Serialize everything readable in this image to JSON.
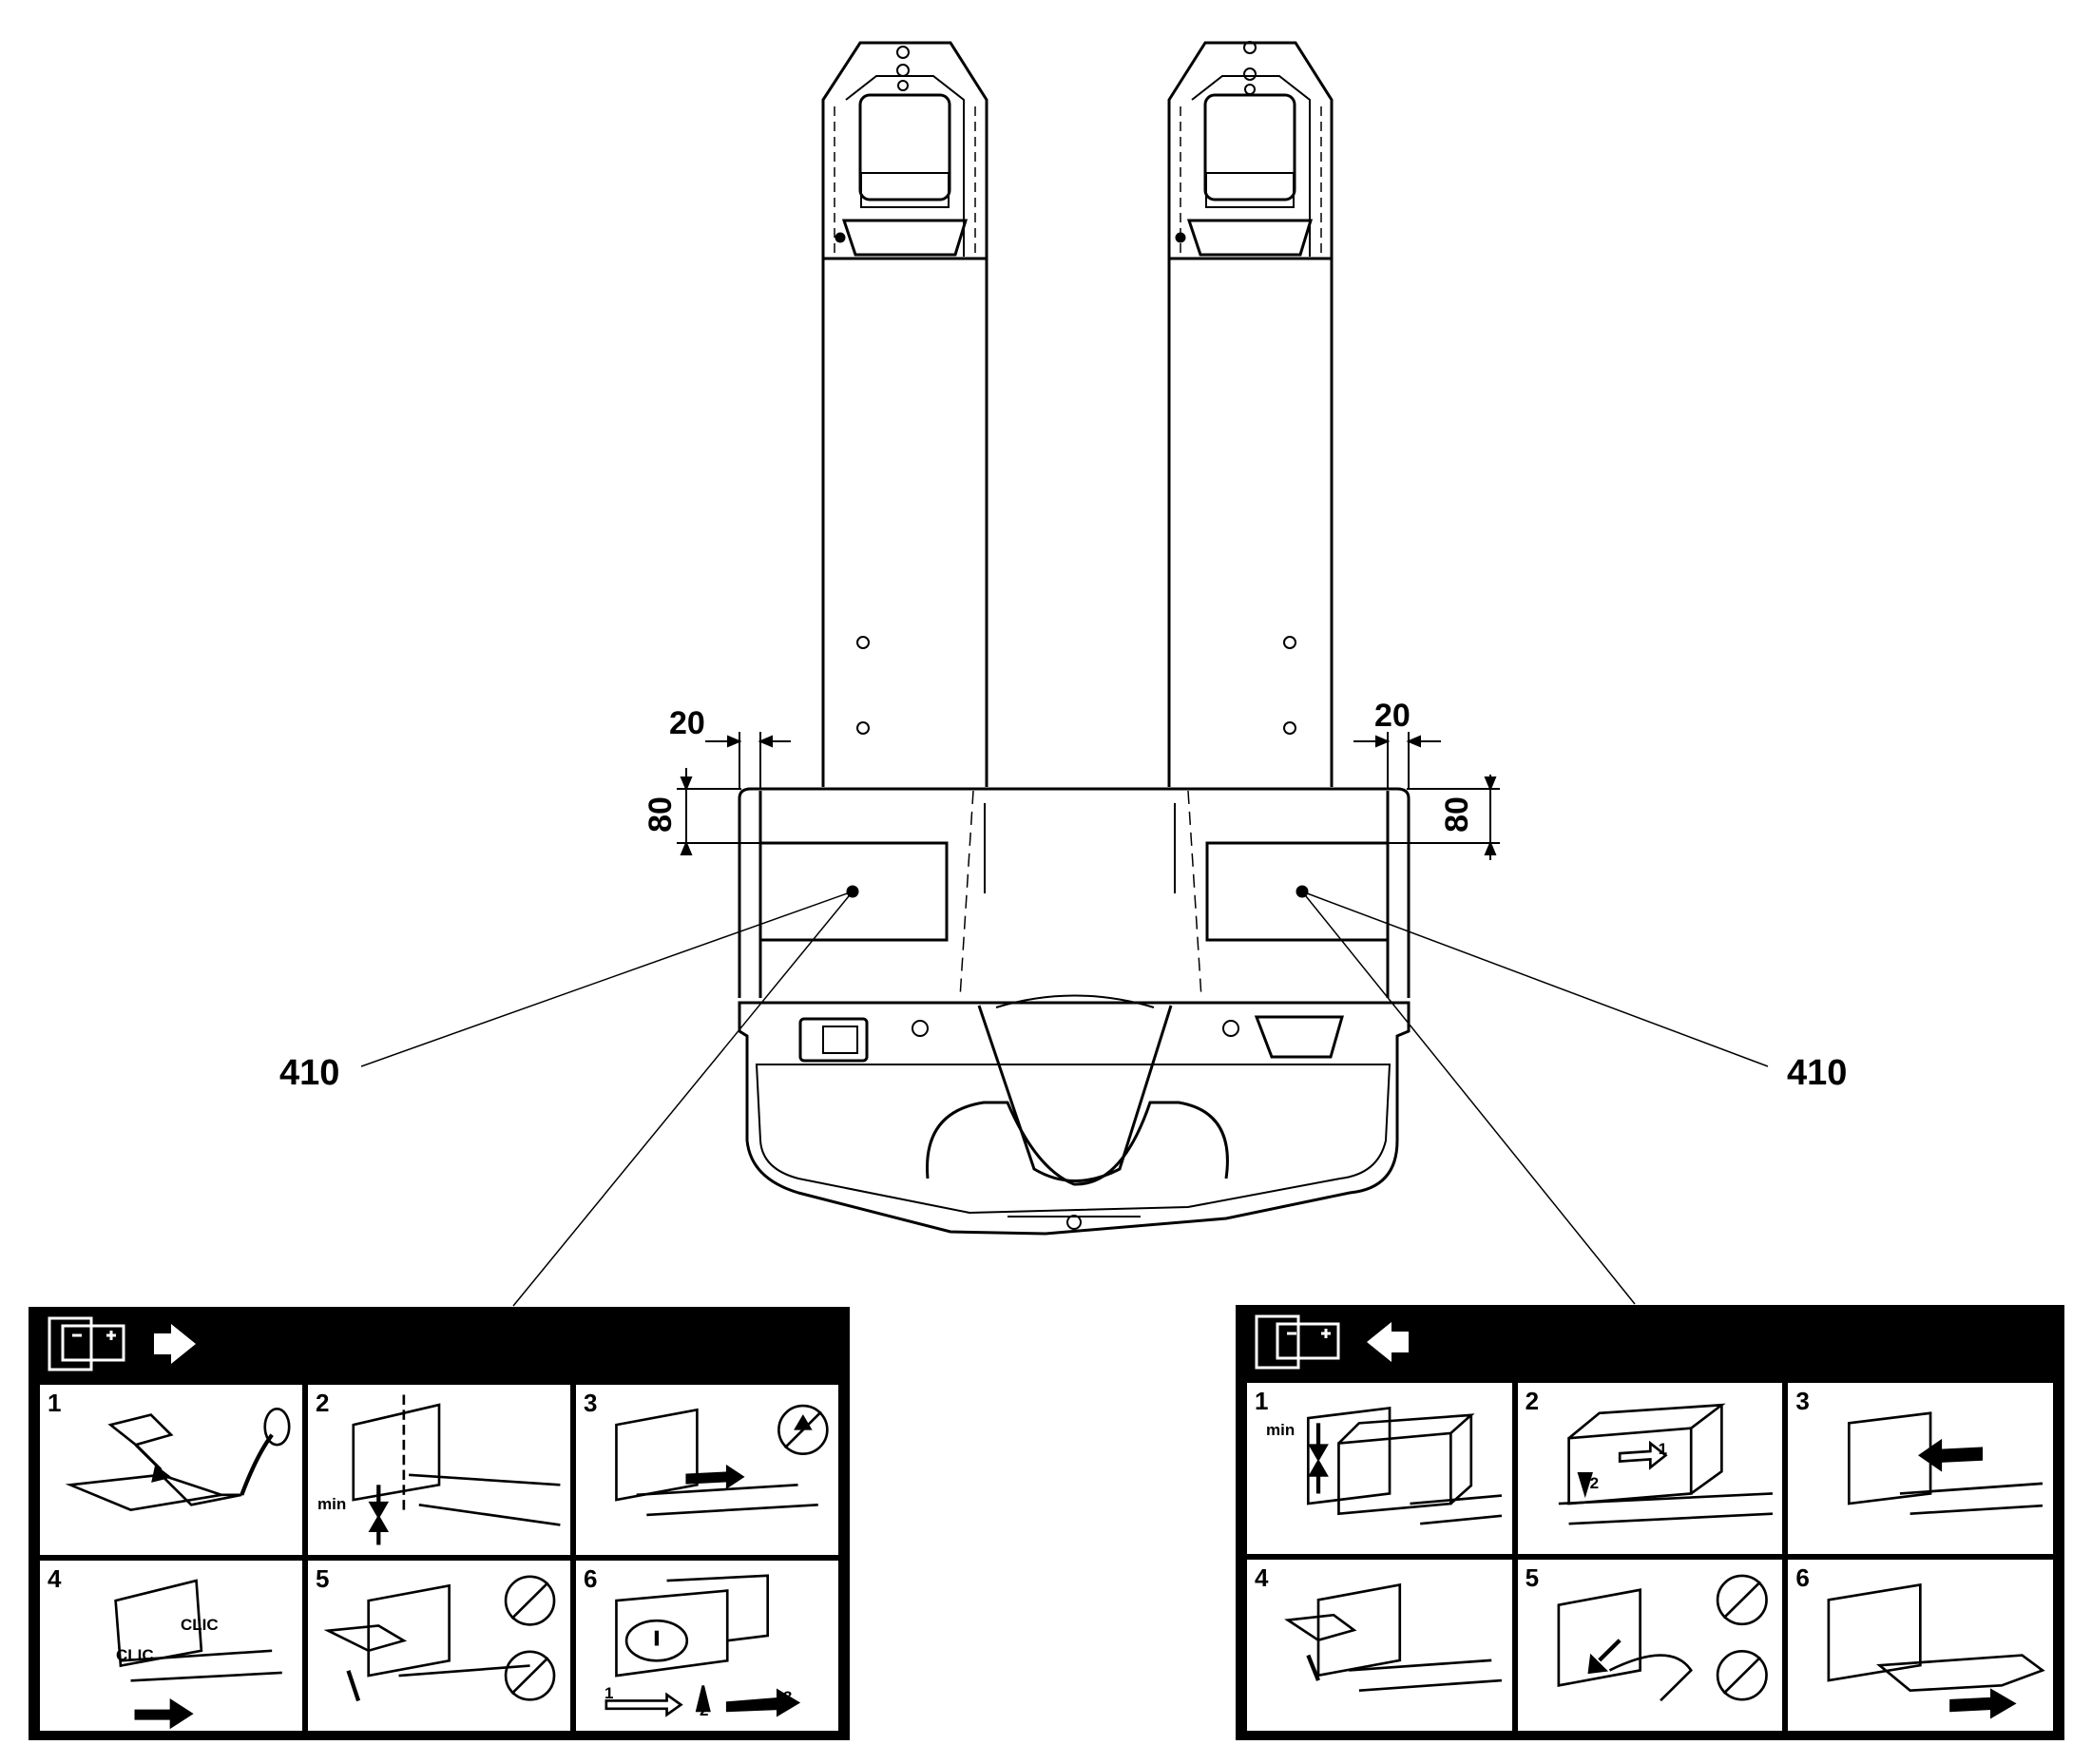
{
  "dimensions": {
    "left_offset": "20",
    "right_offset": "20",
    "left_height": "80",
    "right_height": "80"
  },
  "callouts": {
    "left": "410",
    "right": "410"
  },
  "label_remove": {
    "icon": "battery-out-arrow-icon",
    "steps": [
      "1",
      "2",
      "3",
      "4",
      "5",
      "6"
    ],
    "step_texts": {
      "min": "min",
      "clic_a": "CLIC",
      "clic_b": "CLIC",
      "seq_1": "1",
      "seq_2": "2",
      "seq_3": "3"
    }
  },
  "label_insert": {
    "icon": "battery-in-arrow-icon",
    "steps": [
      "1",
      "2",
      "3",
      "4",
      "5",
      "6"
    ],
    "step_texts": {
      "min": "min",
      "seq_1": "1",
      "seq_2": "2"
    }
  }
}
